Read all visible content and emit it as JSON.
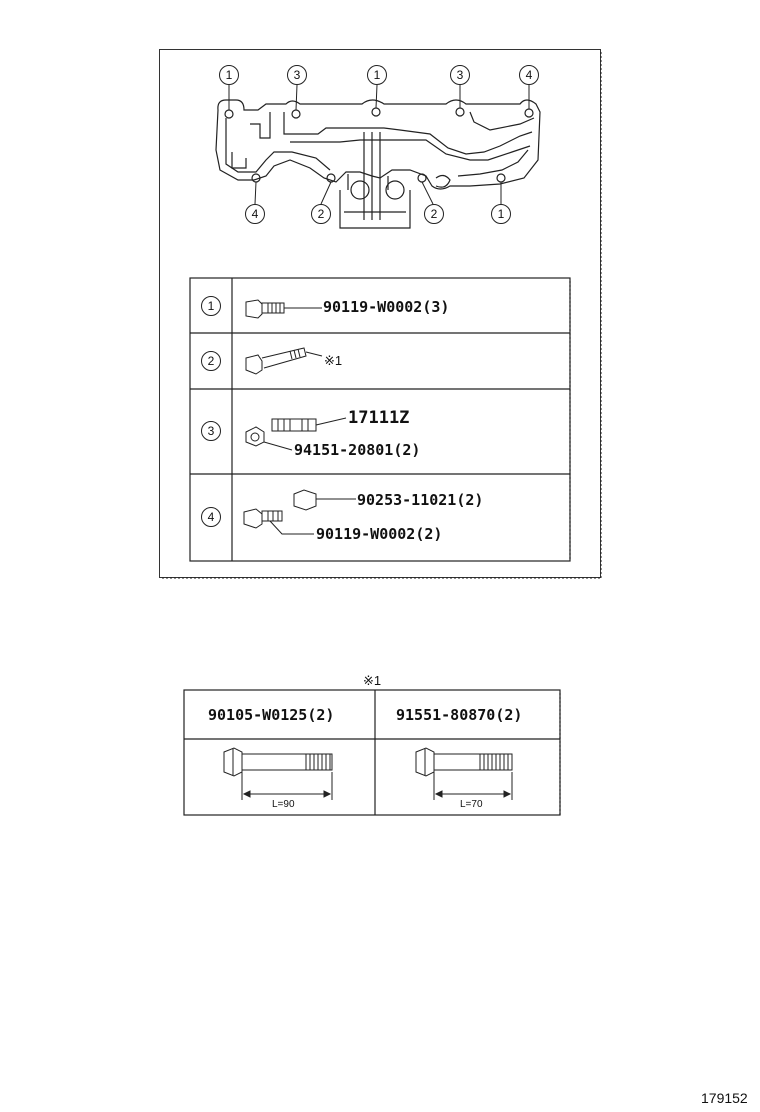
{
  "manifold_callouts": {
    "top": [
      "1",
      "3",
      "1",
      "3",
      "4"
    ],
    "bottom": [
      "4",
      "2",
      "2",
      "1"
    ]
  },
  "parts_table": {
    "rows": [
      {
        "index": "1",
        "part": "90119-W0002(3)"
      },
      {
        "index": "2",
        "note": "※1"
      },
      {
        "index": "3",
        "part_main": "17111Z",
        "part_sub": "94151-20801(2)"
      },
      {
        "index": "4",
        "part_a": "90253-11021(2)",
        "part_b": "90119-W0002(2)"
      }
    ]
  },
  "note_table": {
    "mark": "※1",
    "headers": [
      "90105-W0125(2)",
      "91551-80870(2)"
    ],
    "lengths": [
      "L=90",
      "L=70"
    ]
  },
  "figure_id": "179152"
}
